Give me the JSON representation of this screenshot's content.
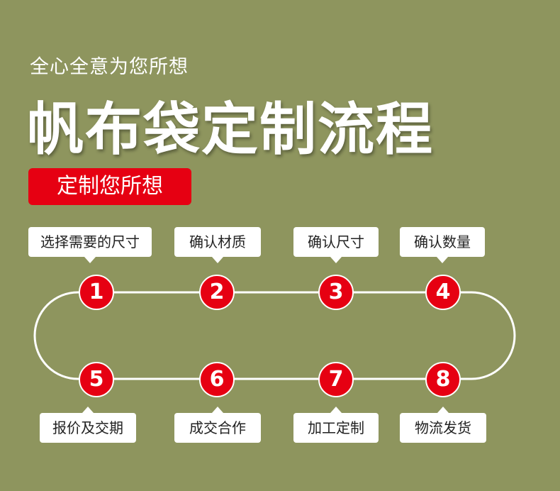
{
  "header": {
    "subtitle": "全心全意为您所想",
    "title": "帆布袋定制流程",
    "badge": "定制您所想"
  },
  "steps": [
    {
      "number": "1",
      "label": "选择需要的尺寸"
    },
    {
      "number": "2",
      "label": "确认材质"
    },
    {
      "number": "3",
      "label": "确认尺寸"
    },
    {
      "number": "4",
      "label": "确认数量"
    },
    {
      "number": "5",
      "label": "报价及交期"
    },
    {
      "number": "6",
      "label": "成交合作"
    },
    {
      "number": "7",
      "label": "加工定制"
    },
    {
      "number": "8",
      "label": "物流发货"
    }
  ],
  "colors": {
    "background": "#8e955e",
    "accent_red": "#e60012",
    "track": "#ffffff"
  }
}
